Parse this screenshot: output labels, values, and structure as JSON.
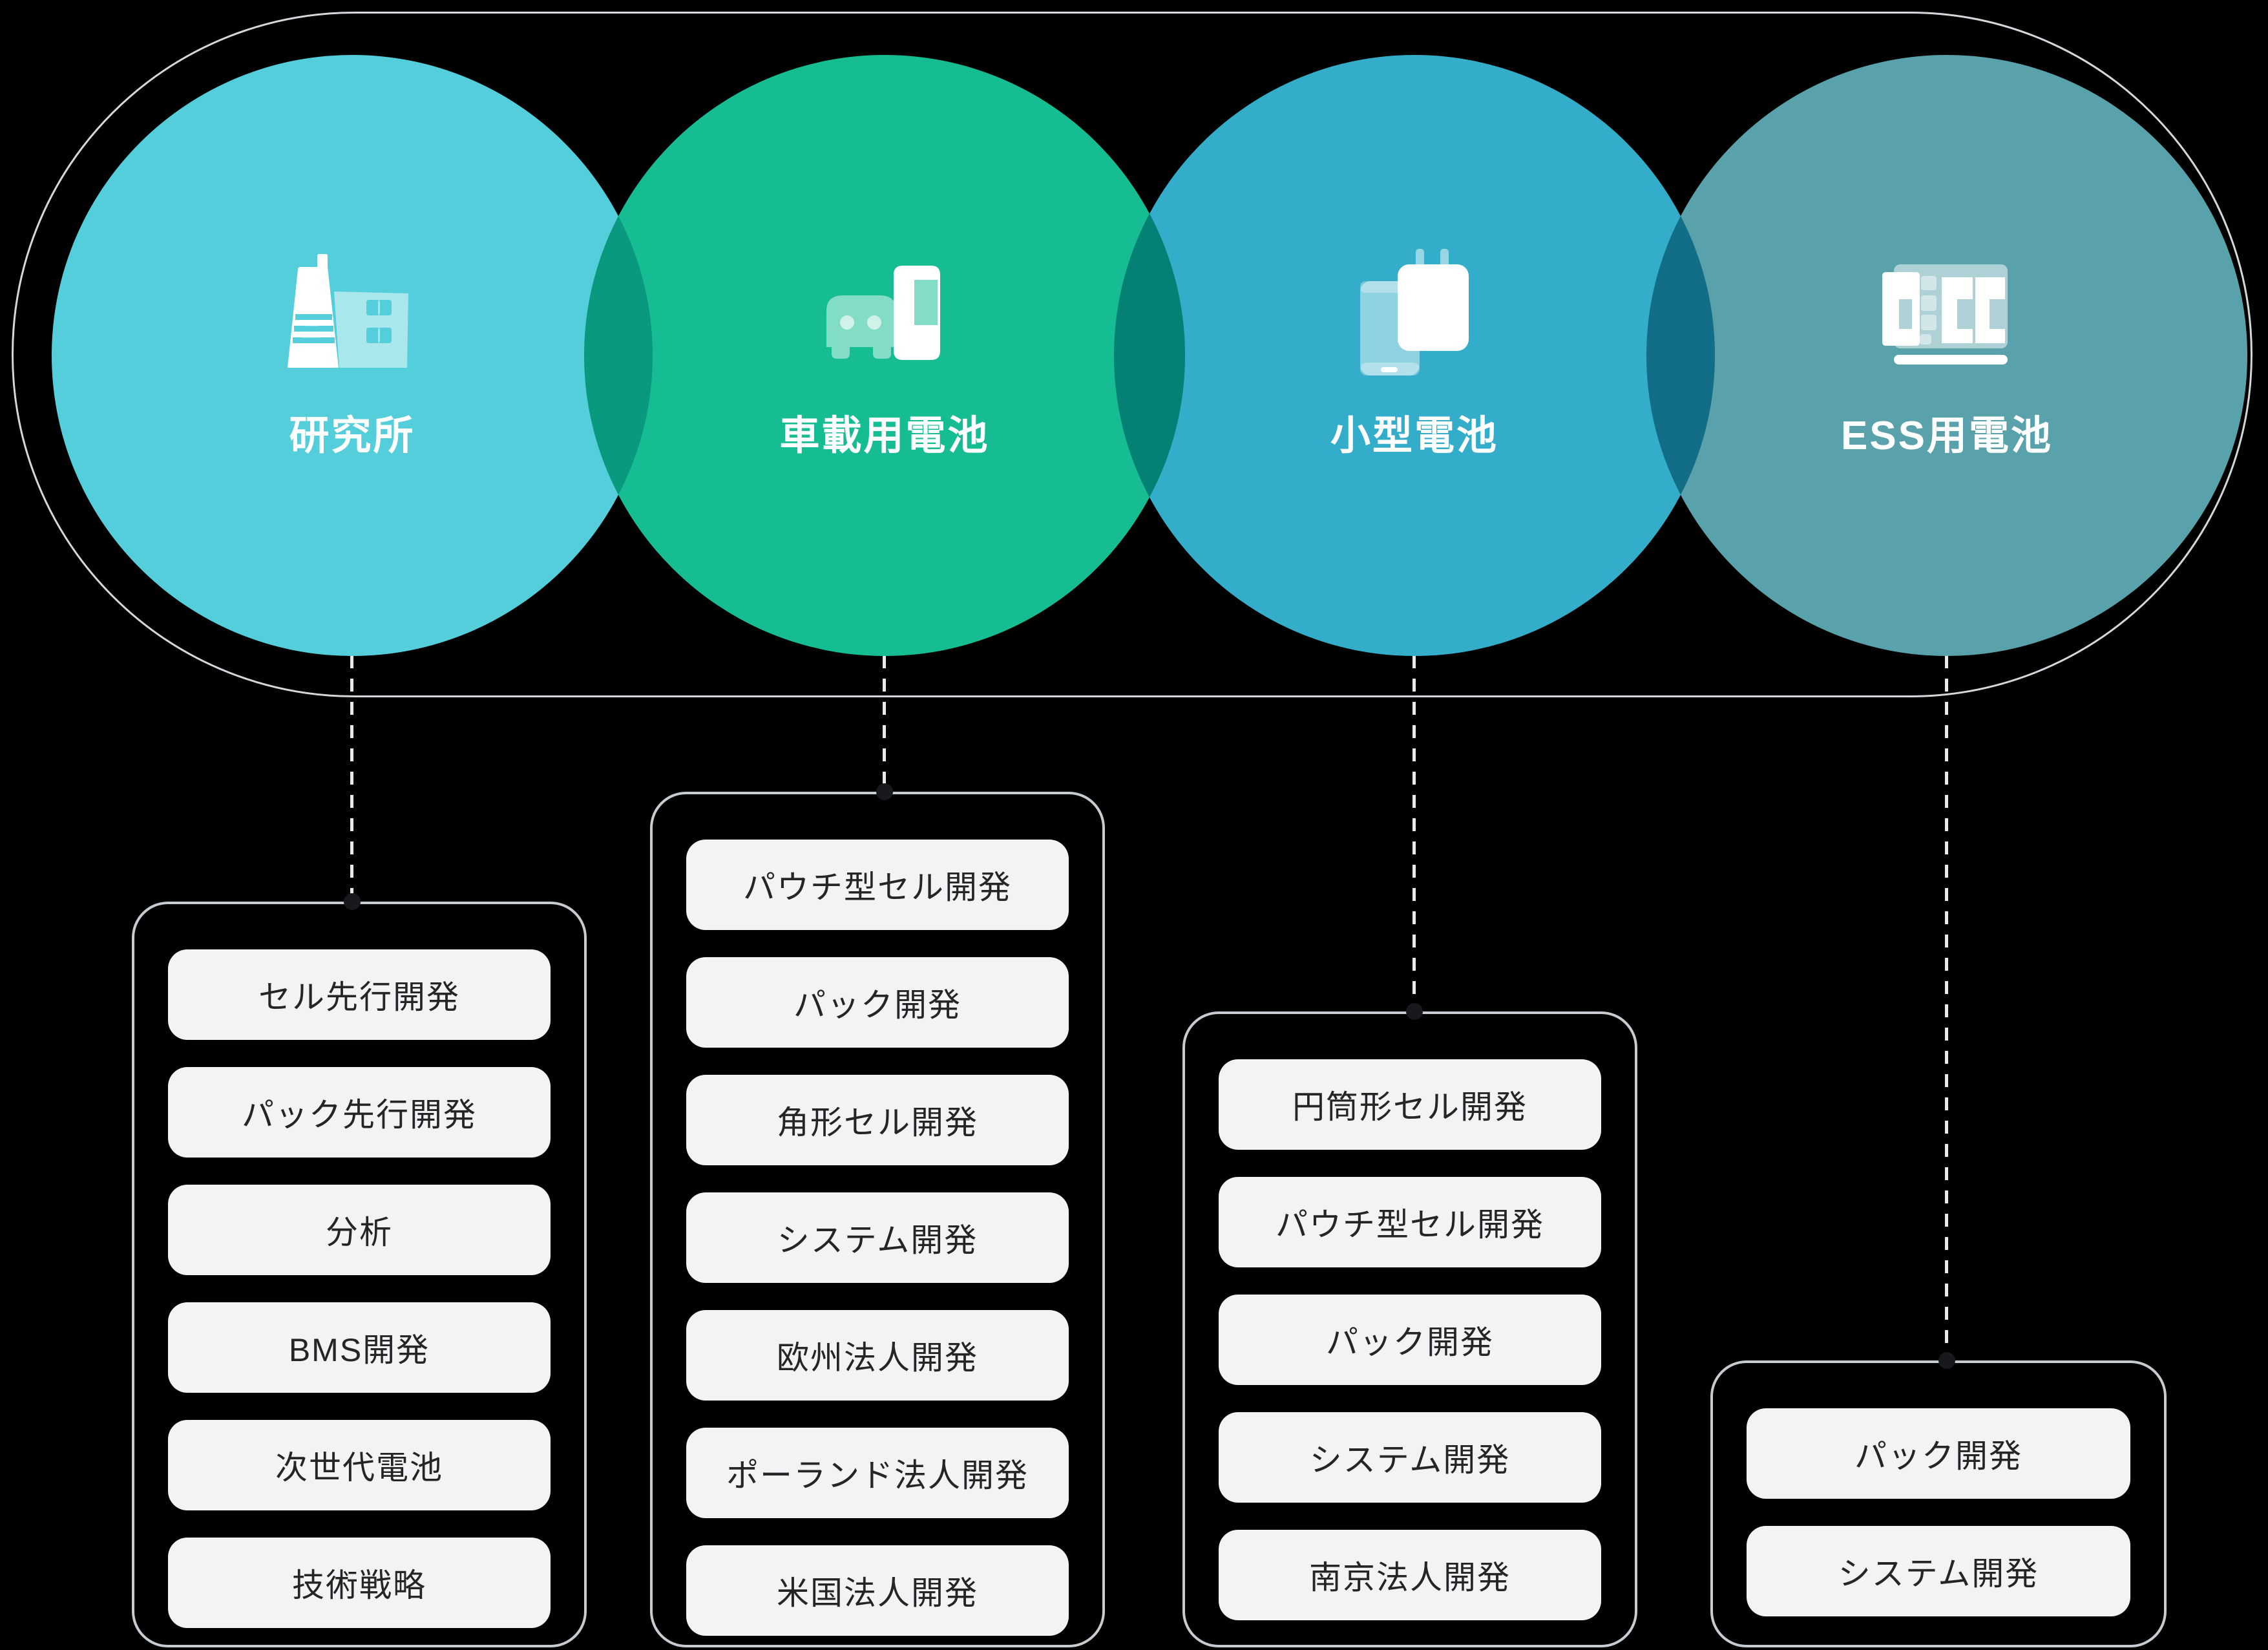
{
  "page": {
    "background": "#000000",
    "capsule_outline_color": "#d4d8dc",
    "connector_color": "#e8eaec",
    "connector_dot_color": "#17191c"
  },
  "venn": {
    "groups": [
      {
        "label": "研究所",
        "color": "#54CEDB",
        "icon": "lab-building-icon"
      },
      {
        "label": "車載用電池",
        "color": "#16BD93",
        "icon": "car-battery-icon"
      },
      {
        "label": "小型電池",
        "color": "#33ADC9",
        "icon": "phone-charger-icon"
      },
      {
        "label": "ESS用電池",
        "color": "#5AA2AB",
        "icon": "ess-battery-module-icon"
      }
    ]
  },
  "org": {
    "item_background": "#f2f3f5",
    "item_text_color": "#232527",
    "container_border_color": "#c7ccd2",
    "columns": [
      {
        "group": "研究所",
        "items": [
          "セル先行開発",
          "パック先行開発",
          "分析",
          "BMS開発",
          "次世代電池",
          "技術戦略"
        ]
      },
      {
        "group": "車載用電池",
        "items": [
          "パウチ型セル開発",
          "パック開発",
          "角形セル開発",
          "システム開発",
          "欧州法人開発",
          "ポーランド法人開発",
          "米国法人開発"
        ]
      },
      {
        "group": "小型電池",
        "items": [
          "円筒形セル開発",
          "パウチ型セル開発",
          "パック開発",
          "システム開発",
          "南京法人開発"
        ]
      },
      {
        "group": "ESS用電池",
        "items": [
          "パック開発",
          "システム開発"
        ]
      }
    ]
  }
}
